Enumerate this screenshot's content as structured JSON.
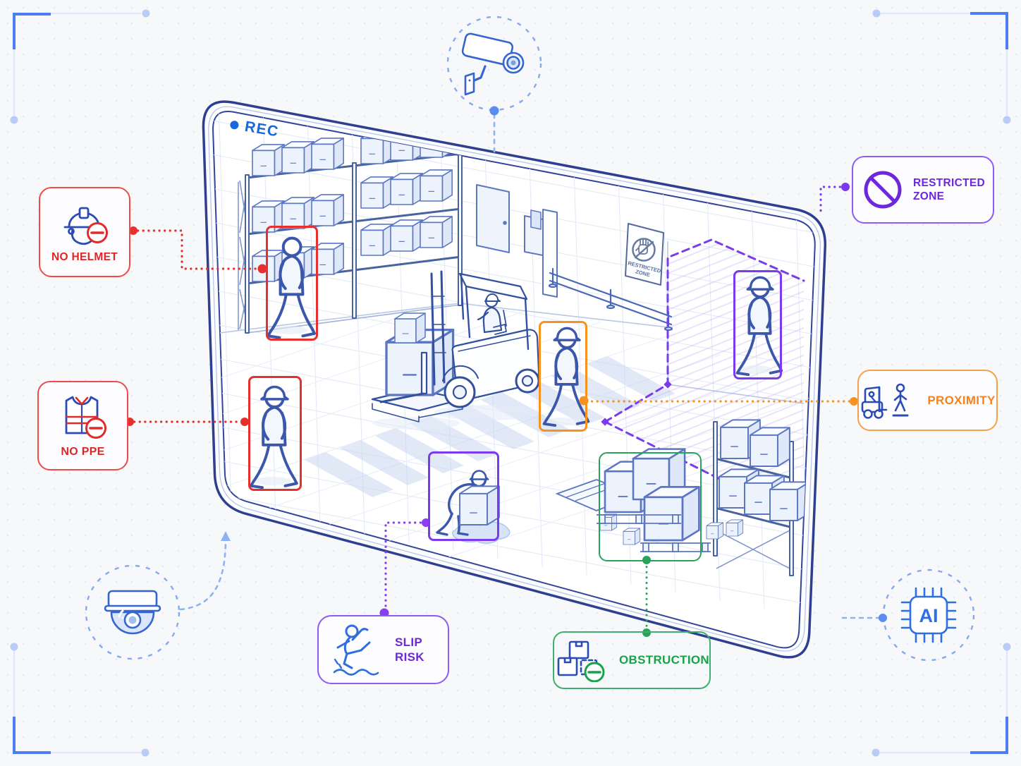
{
  "screen": {
    "rec_label": "REC"
  },
  "callouts": {
    "no_helmet": {
      "label": "NO HELMET",
      "color": "#e02525"
    },
    "no_ppe": {
      "label": "NO PPE",
      "color": "#e02525"
    },
    "restricted_zone": {
      "label": "RESTRICTED ZONE",
      "color": "#6d28d9"
    },
    "proximity": {
      "label": "PROXIMITY",
      "color": "#f58220"
    },
    "slip_risk": {
      "label": "SLIP RISK",
      "color": "#7c3aed"
    },
    "obstruction": {
      "label": "OBSTRUCTION",
      "color": "#18a34a"
    }
  },
  "scene": {
    "wall_sign": {
      "line1": "RESTRICTED",
      "line2": "ZONE"
    },
    "detections": [
      {
        "name": "no-helmet-worker",
        "box_color": "#e5302e"
      },
      {
        "name": "no-ppe-worker",
        "box_color": "#e5302e"
      },
      {
        "name": "proximity-worker",
        "box_color": "#f59220"
      },
      {
        "name": "slip-risk-worker",
        "box_color": "#7c3aed"
      },
      {
        "name": "restricted-zone-worker",
        "box_color": "#7c3aed"
      },
      {
        "name": "obstruction-boxes",
        "box_color": "#28a35a"
      }
    ]
  },
  "ai_chip": {
    "label": "AI"
  },
  "icons": {
    "cctv_camera_icon": "bullet security camera",
    "dome_camera_icon": "dome security camera",
    "ai_chip_icon": "AI processor chip",
    "no_helmet_icon": "hard hat with minus badge",
    "no_ppe_icon": "safety vest with minus badge",
    "restricted_zone_icon": "circle with diagonal slash",
    "proximity_icon": "forklift beside pedestrian",
    "slip_risk_icon": "slipping person over wet floor",
    "obstruction_icon": "stacked boxes with minus badge"
  },
  "colors": {
    "blueprint_line": "#3a57ab",
    "monitor_frame": "#2e3f8f",
    "rec_blue": "#1767dd",
    "camera_blue": "#85a8ef"
  }
}
